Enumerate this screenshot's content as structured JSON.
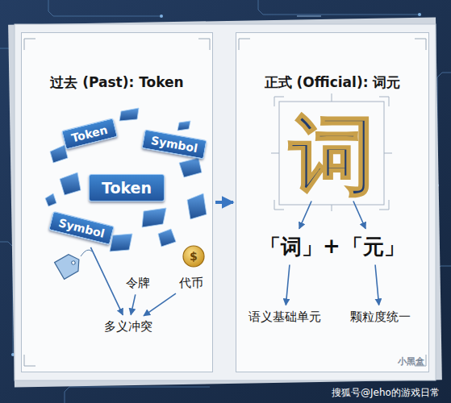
{
  "diagram": {
    "nodes": [
      {
        "text": [
          "过去 (Past): Token"
        ]
      },
      {
        "text": [
          "Token"
        ],
        "in": 0
      },
      {
        "text": [
          "Symbol"
        ],
        "in": 0
      },
      {
        "text": [
          "Token"
        ],
        "in": 0
      },
      {
        "text": [
          "Symbol"
        ],
        "in": 0
      },
      {
        "text": [
          "令牌"
        ],
        "in": 0
      },
      {
        "text": [
          "代币"
        ],
        "in": 0
      },
      {
        "text": [
          "多义冲突"
        ],
        "in": 0
      },
      {
        "text": [
          "正式 (Official): 词元"
        ]
      },
      {
        "text": [
          "词"
        ],
        "in": 8
      },
      {
        "text": [
          "「词」"
        ],
        "in": 8
      },
      {
        "text": [
          "「元」"
        ],
        "in": 8
      },
      {
        "text": [
          "语义基础单元"
        ],
        "in": 8
      },
      {
        "text": [
          "颗粒度统一"
        ],
        "in": 8
      }
    ],
    "edges": [
      {
        "from": 0,
        "to": 8,
        "arrow": "to"
      },
      {
        "from": 4,
        "to": 7,
        "arrow": "to"
      },
      {
        "from": 5,
        "to": 7,
        "arrow": "to"
      },
      {
        "from": 6,
        "to": 7,
        "arrow": "to"
      },
      {
        "from": 9,
        "to": 10,
        "arrow": "to"
      },
      {
        "from": 9,
        "to": 11,
        "arrow": "to"
      },
      {
        "from": 10,
        "to": 12,
        "arrow": "to"
      },
      {
        "from": 11,
        "to": 13,
        "arrow": "to"
      }
    ],
    "labels": [
      "+",
      "$",
      "搜狐号@Jeho的游戏日常",
      "小黑盒"
    ]
  }
}
